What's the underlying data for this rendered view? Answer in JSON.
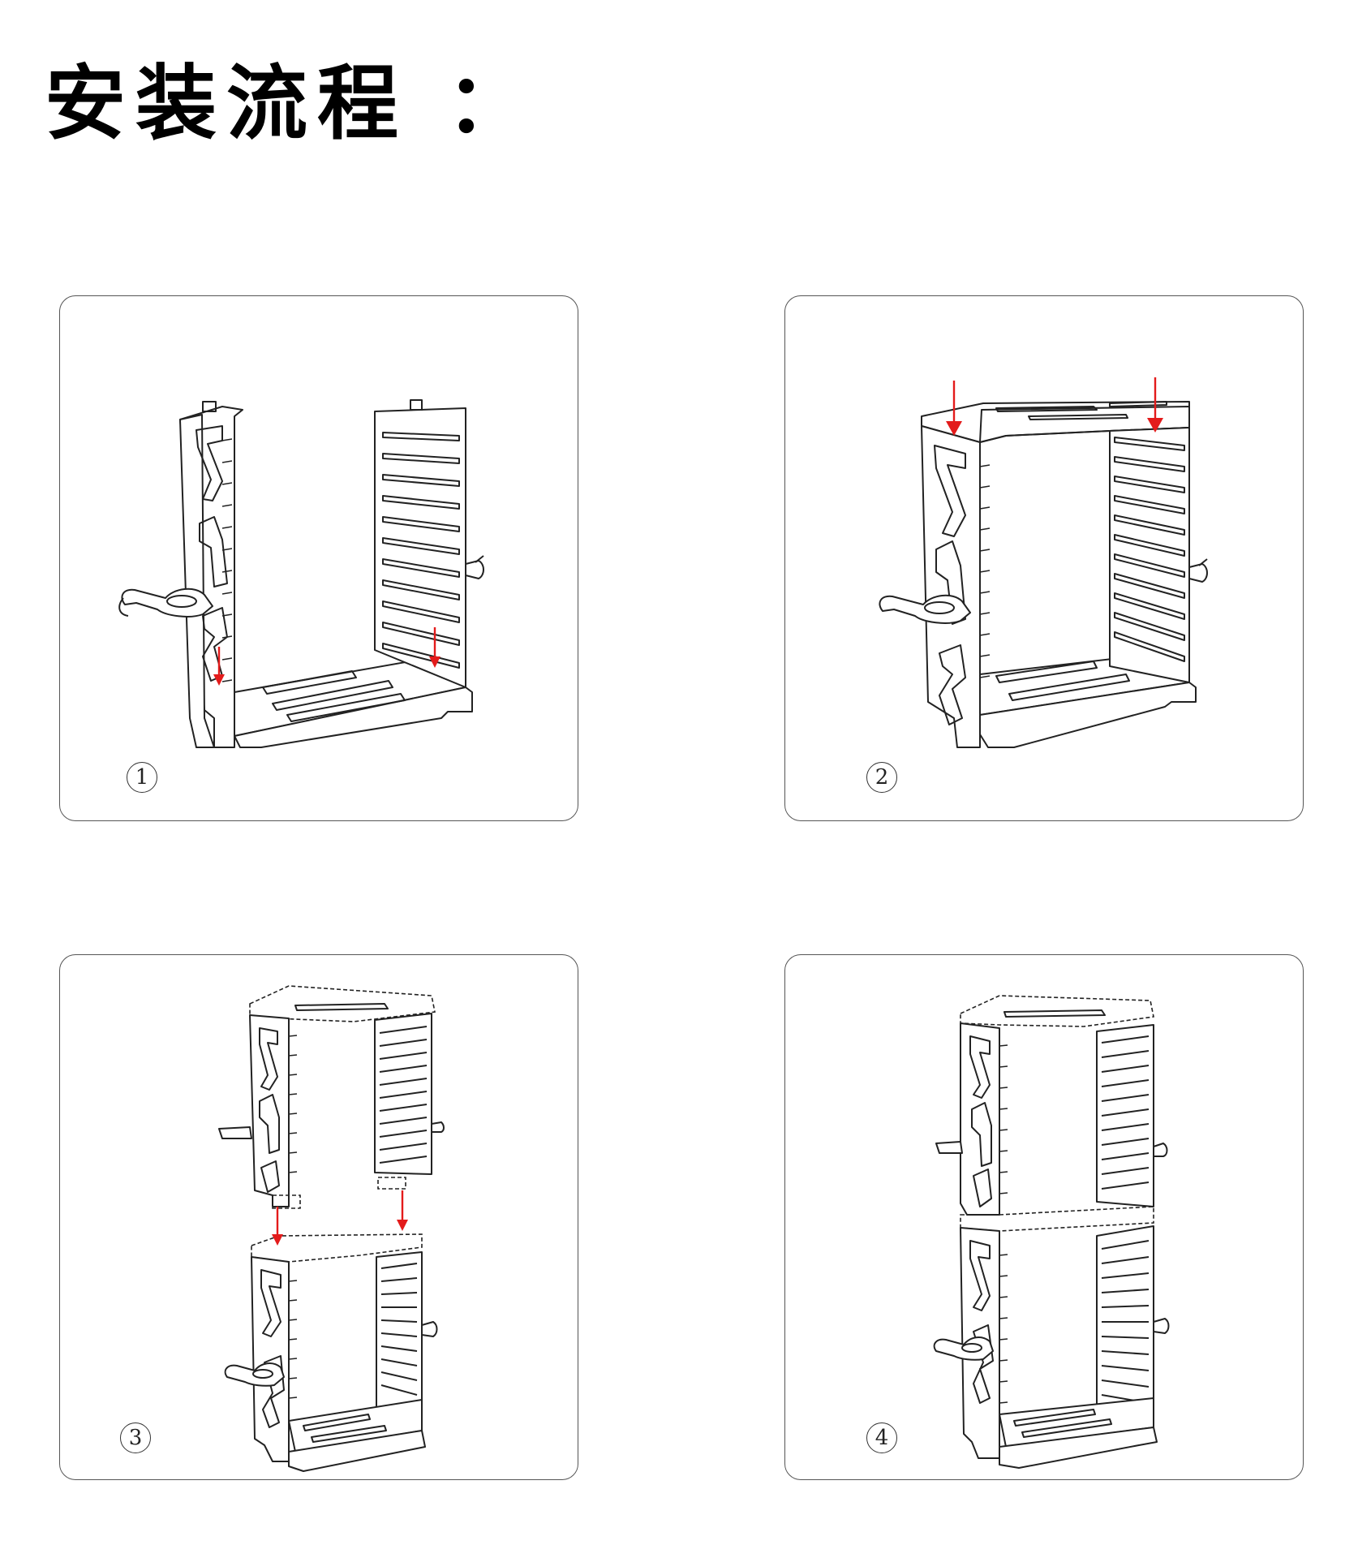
{
  "title": "安装流程 ：",
  "steps": [
    {
      "number": "1"
    },
    {
      "number": "2"
    },
    {
      "number": "3"
    },
    {
      "number": "4"
    }
  ],
  "colors": {
    "arrow": "#e31b1b",
    "line": "#222222",
    "panel_border": "#555555"
  }
}
